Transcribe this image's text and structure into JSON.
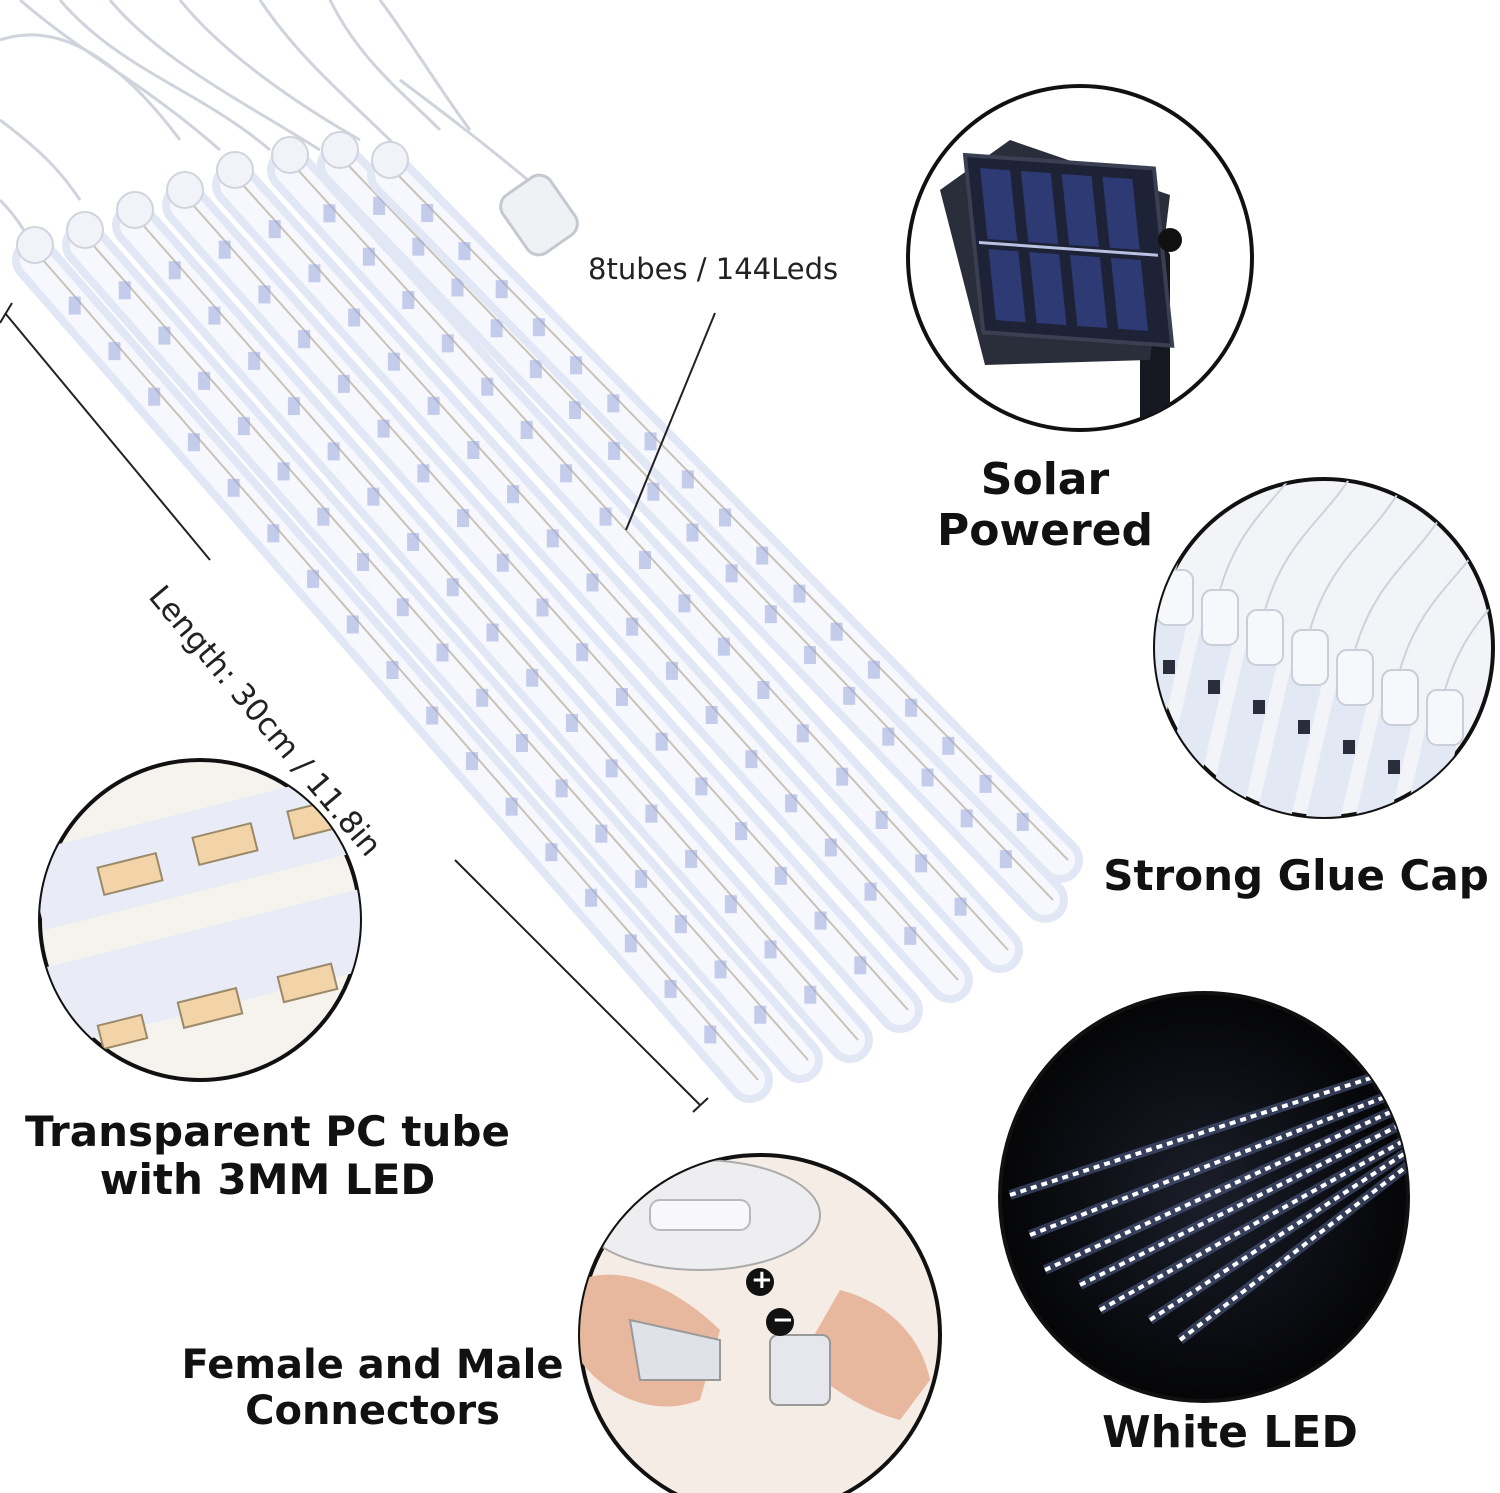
{
  "labels": {
    "solar": "Solar Powered",
    "glue_cap": "Strong Glue Cap",
    "tube": "Transparent PC tube with 3MM LED",
    "connectors": "Female and Male Connectors",
    "white_led": "White LED",
    "tube_count": "8tubes / 144Leds",
    "length": "Length: 30cm / 11.8in"
  },
  "connector_symbols": {
    "plus": "+",
    "minus": "−"
  },
  "colors": {
    "tube_glow": "#dde4f7",
    "led_chip": "#9aa8de",
    "solar_panel": "#1a1f33",
    "text": "#111111"
  }
}
